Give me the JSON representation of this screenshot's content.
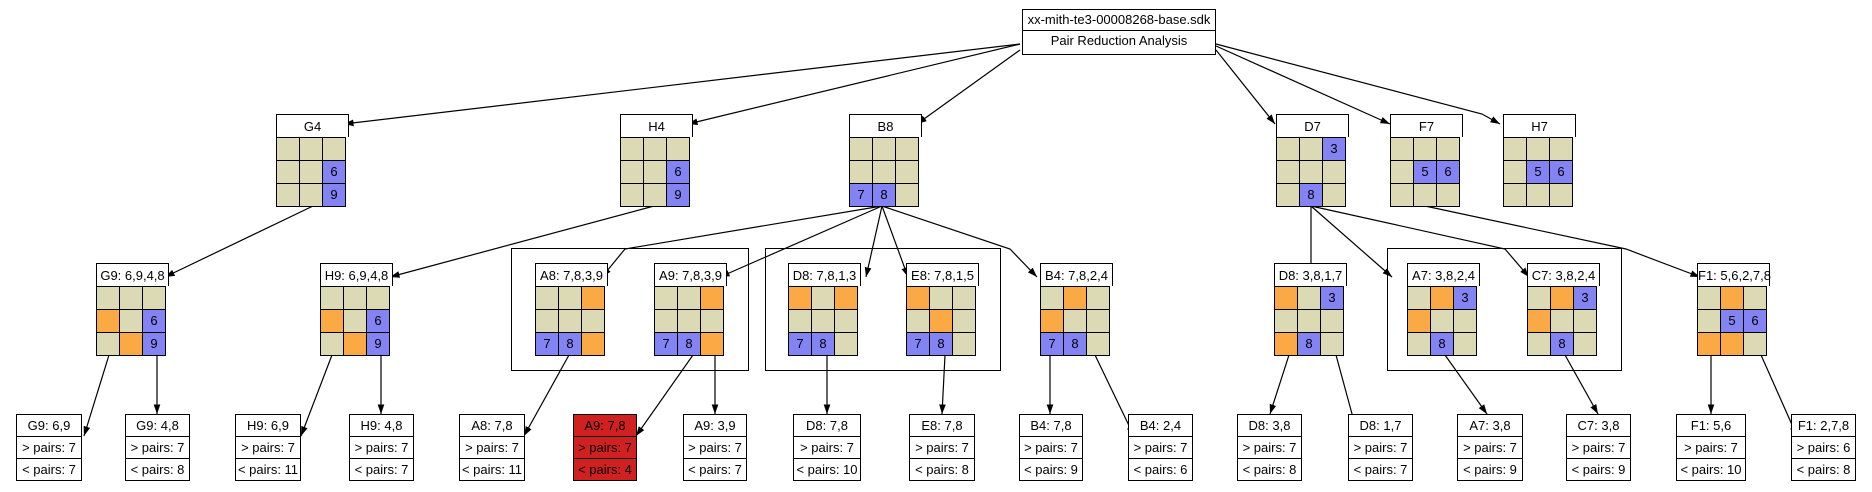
{
  "root": {
    "title": "xx-mith-te3-00008268-base.sdk",
    "subtitle": "Pair Reduction Analysis"
  },
  "colors": {
    "cell": "#dcdab4",
    "blue": "#8383f4",
    "orange": "#fba944",
    "highlight": "#d12020"
  },
  "nodes": {
    "G4": {
      "label": "G4",
      "cells": [
        [
          "",
          "",
          ""
        ],
        [
          "",
          "",
          "6b"
        ],
        [
          "",
          "",
          "9b"
        ]
      ]
    },
    "H4": {
      "label": "H4",
      "cells": [
        [
          "",
          "",
          ""
        ],
        [
          "",
          "",
          "6b"
        ],
        [
          "",
          "",
          "9b"
        ]
      ]
    },
    "B8": {
      "label": "B8",
      "cells": [
        [
          "",
          "",
          ""
        ],
        [
          "",
          "",
          ""
        ],
        [
          "7b",
          "8b",
          ""
        ]
      ]
    },
    "D7": {
      "label": "D7",
      "cells": [
        [
          "",
          "",
          "3b"
        ],
        [
          "",
          "",
          ""
        ],
        [
          "",
          "8b",
          ""
        ]
      ]
    },
    "F7": {
      "label": "F7",
      "cells": [
        [
          "",
          "",
          ""
        ],
        [
          "",
          "5b",
          "6b"
        ],
        [
          "",
          "",
          ""
        ]
      ]
    },
    "H7": {
      "label": "H7",
      "cells": [
        [
          "",
          "",
          ""
        ],
        [
          "",
          "5b",
          "6b"
        ],
        [
          "",
          "",
          ""
        ]
      ]
    },
    "G9": {
      "label": "G9: 6,9,4,8",
      "cells": [
        [
          "",
          "",
          ""
        ],
        [
          "o",
          "",
          "6b"
        ],
        [
          "",
          "o",
          "9b"
        ]
      ]
    },
    "H9": {
      "label": "H9: 6,9,4,8",
      "cells": [
        [
          "",
          "",
          ""
        ],
        [
          "o",
          "",
          "6b"
        ],
        [
          "",
          "o",
          "9b"
        ]
      ]
    },
    "A8": {
      "label": "A8: 7,8,3,9",
      "cells": [
        [
          "",
          "",
          "o"
        ],
        [
          "",
          "",
          ""
        ],
        [
          "7b",
          "8b",
          "o"
        ]
      ]
    },
    "A9": {
      "label": "A9: 7,8,3,9",
      "cells": [
        [
          "",
          "",
          "o"
        ],
        [
          "",
          "",
          ""
        ],
        [
          "7b",
          "8b",
          "o"
        ]
      ]
    },
    "D8": {
      "label": "D8: 7,8,1,3",
      "cells": [
        [
          "o",
          "",
          "o"
        ],
        [
          "",
          "",
          ""
        ],
        [
          "7b",
          "8b",
          ""
        ]
      ]
    },
    "E8": {
      "label": "E8: 7,8,1,5",
      "cells": [
        [
          "o",
          "",
          ""
        ],
        [
          "",
          "o",
          ""
        ],
        [
          "7b",
          "8b",
          ""
        ]
      ]
    },
    "B4": {
      "label": "B4: 7,8,2,4",
      "cells": [
        [
          "",
          "o",
          ""
        ],
        [
          "o",
          "",
          ""
        ],
        [
          "7b",
          "8b",
          ""
        ]
      ]
    },
    "D8b": {
      "label": "D8: 3,8,1,7",
      "cells": [
        [
          "o",
          "",
          "3b"
        ],
        [
          "",
          "",
          ""
        ],
        [
          "o",
          "8b",
          ""
        ]
      ]
    },
    "A7": {
      "label": "A7: 3,8,2,4",
      "cells": [
        [
          "",
          "o",
          "3b"
        ],
        [
          "o",
          "",
          ""
        ],
        [
          "",
          "8b",
          ""
        ]
      ]
    },
    "C7": {
      "label": "C7: 3,8,2,4",
      "cells": [
        [
          "",
          "o",
          "3b"
        ],
        [
          "o",
          "",
          ""
        ],
        [
          "",
          "8b",
          ""
        ]
      ]
    },
    "F1": {
      "label": "F1: 5,6,2,7,8",
      "cells": [
        [
          "",
          "o",
          ""
        ],
        [
          "",
          "5b",
          "6b"
        ],
        [
          "o",
          "o",
          ""
        ]
      ]
    }
  },
  "leaves": [
    {
      "id": "L1",
      "title": "G9: 6,9",
      "gt": "> pairs: 7",
      "lt": "< pairs: 7"
    },
    {
      "id": "L2",
      "title": "G9: 4,8",
      "gt": "> pairs: 7",
      "lt": "< pairs: 8"
    },
    {
      "id": "L3",
      "title": "H9: 6,9",
      "gt": "> pairs: 7",
      "lt": "< pairs: 11"
    },
    {
      "id": "L4",
      "title": "H9: 4,8",
      "gt": "> pairs: 7",
      "lt": "< pairs: 7"
    },
    {
      "id": "L5",
      "title": "A8: 7,8",
      "gt": "> pairs: 7",
      "lt": "< pairs: 11"
    },
    {
      "id": "L6",
      "title": "A9: 7,8",
      "gt": "> pairs: 7",
      "lt": "< pairs: 4",
      "highlight": true
    },
    {
      "id": "L7",
      "title": "A9: 3,9",
      "gt": "> pairs: 7",
      "lt": "< pairs: 7"
    },
    {
      "id": "L8",
      "title": "D8: 7,8",
      "gt": "> pairs: 7",
      "lt": "< pairs: 10"
    },
    {
      "id": "L9",
      "title": "E8: 7,8",
      "gt": "> pairs: 7",
      "lt": "< pairs: 8"
    },
    {
      "id": "L10",
      "title": "B4: 7,8",
      "gt": "> pairs: 7",
      "lt": "< pairs: 9"
    },
    {
      "id": "L11",
      "title": "B4: 2,4",
      "gt": "> pairs: 7",
      "lt": "< pairs: 6"
    },
    {
      "id": "L12",
      "title": "D8: 3,8",
      "gt": "> pairs: 7",
      "lt": "< pairs: 8"
    },
    {
      "id": "L13",
      "title": "D8: 1,7",
      "gt": "> pairs: 7",
      "lt": "< pairs: 7"
    },
    {
      "id": "L14",
      "title": "A7: 3,8",
      "gt": "> pairs: 7",
      "lt": "< pairs: 9"
    },
    {
      "id": "L15",
      "title": "C7: 3,8",
      "gt": "> pairs: 7",
      "lt": "< pairs: 9"
    },
    {
      "id": "L16",
      "title": "F1: 5,6",
      "gt": "> pairs: 7",
      "lt": "< pairs: 10"
    },
    {
      "id": "L17",
      "title": "F1: 2,7,8",
      "gt": "> pairs: 6",
      "lt": "< pairs: 8"
    }
  ]
}
